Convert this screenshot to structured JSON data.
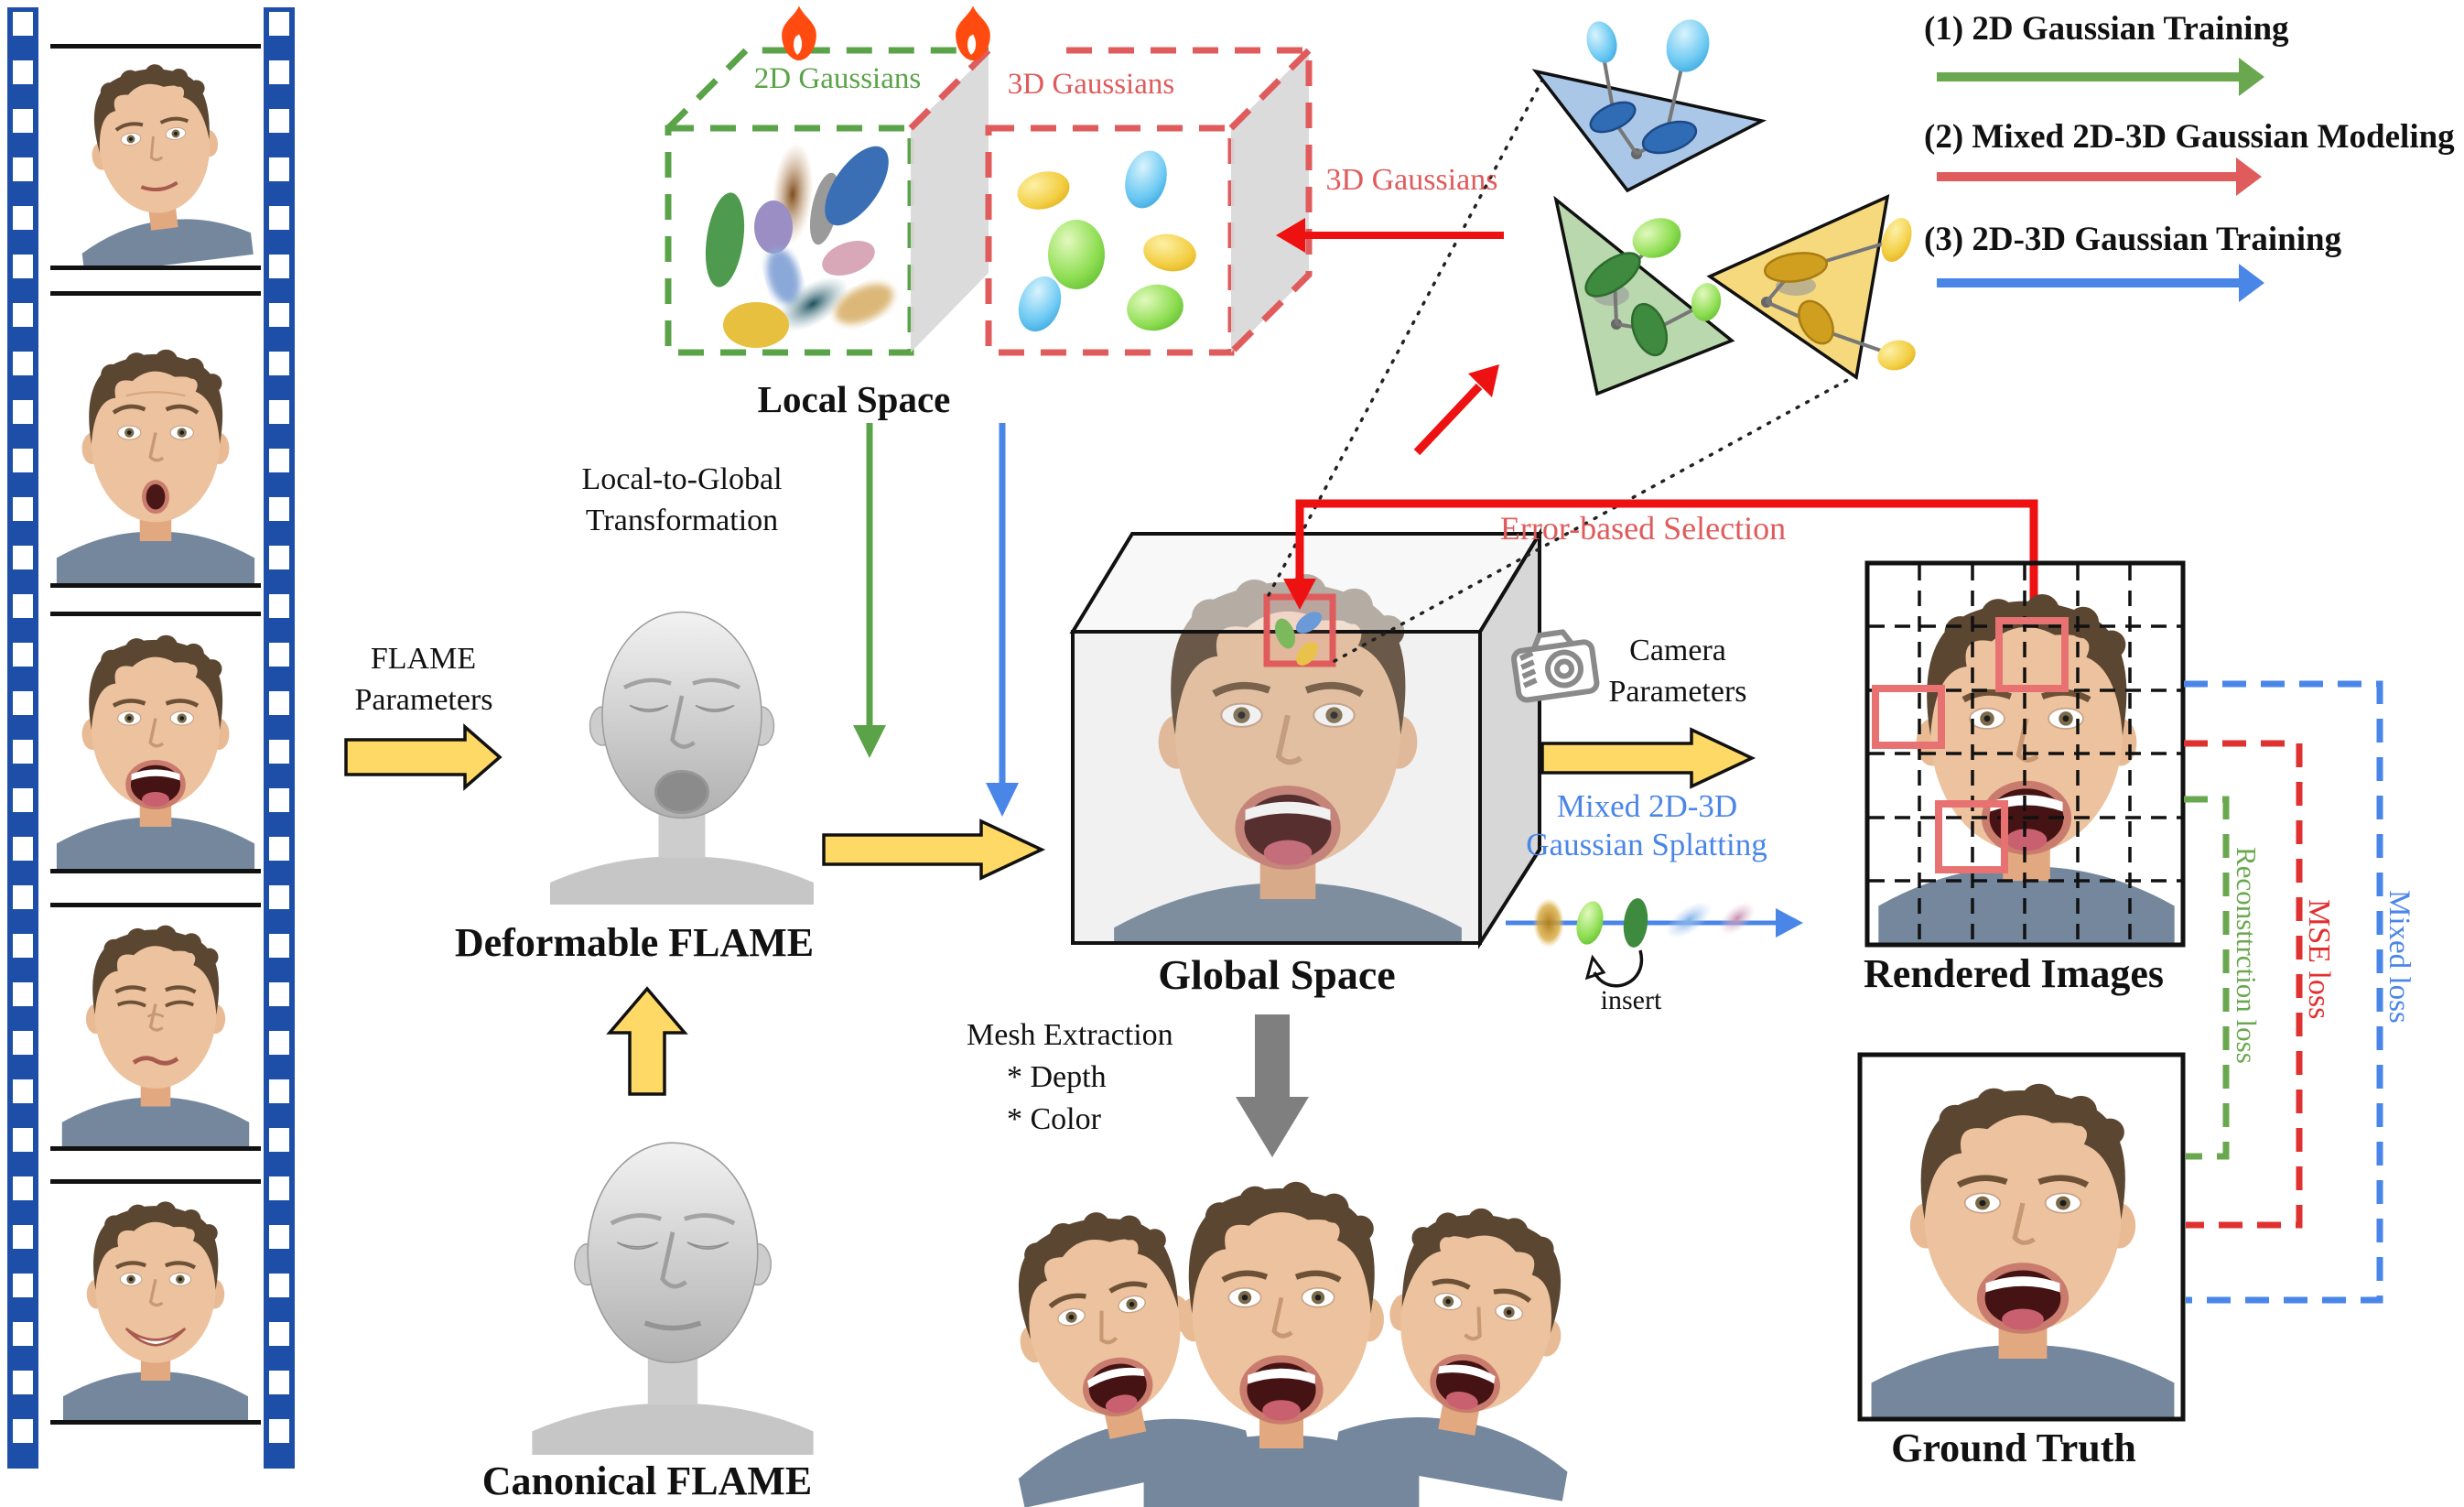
{
  "filmstrip": {
    "icon": "film-strip",
    "frames": [
      {
        "icon": "face-photo-three-quarter"
      },
      {
        "icon": "face-photo-surprised"
      },
      {
        "icon": "face-photo-yelling"
      },
      {
        "icon": "face-photo-disgusted"
      },
      {
        "icon": "face-photo-smiling"
      }
    ]
  },
  "local_space": {
    "title": "Local Space",
    "label_2d": "2D Gaussians",
    "label_3d": "3D Gaussians",
    "color_2d": "#5ba349",
    "color_3d": "#e05b5b",
    "flame_icon_color": "#ff4b0f"
  },
  "transformation": {
    "line1": "Local-to-Global",
    "line2": "Transformation"
  },
  "flame": {
    "parameters_line1": "FLAME",
    "parameters_line2": "Parameters",
    "deformable_label": "Deformable FLAME",
    "canonical_label": "Canonical FLAME"
  },
  "global_space": {
    "title": "Global Space"
  },
  "mesh_extraction": {
    "title": "Mesh Extraction",
    "bullet_depth": "* Depth",
    "bullet_color": "* Color"
  },
  "camera": {
    "icon": "camera-icon",
    "line1": "Camera",
    "line2": "Parameters"
  },
  "splatting": {
    "line1": "Mixed 2D-3D",
    "line2": "Gaussian Splatting",
    "insert_label": "insert",
    "text_color": "#4a86e8"
  },
  "selection": {
    "error_label": "Error-based Selection",
    "gaussians_3d_label": "3D Gaussians",
    "line_color": "#ee1111",
    "text_color": "#e05b5b"
  },
  "outputs": {
    "rendered_label": "Rendered Images",
    "ground_truth_label": "Ground Truth",
    "highlight_color": "#e87272"
  },
  "losses": {
    "mse": {
      "label": "MSE loss",
      "color": "#e03131"
    },
    "reconstruction": {
      "label": "Reconsttrction loss",
      "color": "#6aa84f"
    },
    "mixed": {
      "label": "Mixed loss",
      "color": "#4a86e8"
    }
  },
  "legend": {
    "items": [
      {
        "label": "(1) 2D Gaussian Training",
        "color": "#6aa84f"
      },
      {
        "label": "(2) Mixed 2D-3D Gaussian Modeling",
        "color": "#e05b5b"
      },
      {
        "label": "(3) 2D-3D Gaussian Training",
        "color": "#4a86e8"
      }
    ]
  },
  "arrows": {
    "flow_color": "#fed966",
    "mesh_color": "#7f7f7f"
  }
}
